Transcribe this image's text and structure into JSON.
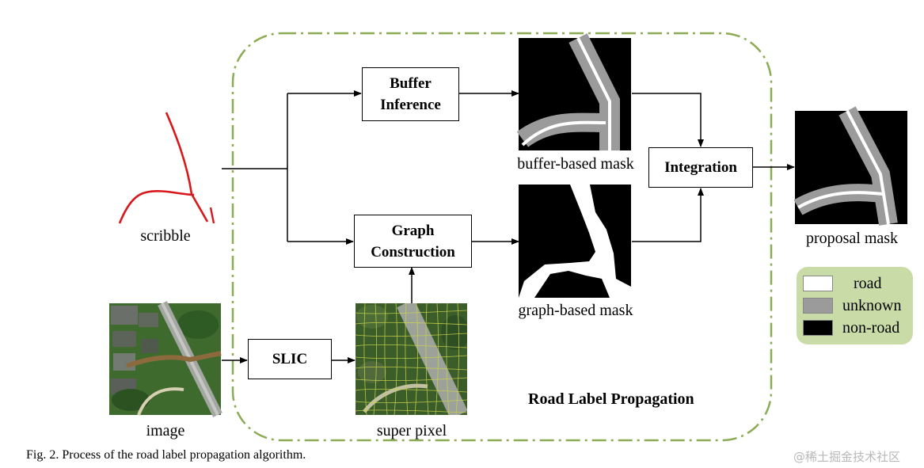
{
  "diagram": {
    "group_title": "Road Label Propagation",
    "boxes": {
      "buffer_inference": [
        "Buffer",
        "Inference"
      ],
      "graph_construction": [
        "Graph",
        "Construction"
      ],
      "slic": "SLIC",
      "integration": "Integration"
    },
    "images": {
      "scribble": "scribble",
      "image": "image",
      "super_pixel": "super pixel",
      "buffer_mask": "buffer-based mask",
      "graph_mask": "graph-based mask",
      "proposal_mask": "proposal mask"
    },
    "legend": [
      {
        "label": "road",
        "color": "#ffffff"
      },
      {
        "label": "unknown",
        "color": "#9b9b9b"
      },
      {
        "label": "non-road",
        "color": "#000000"
      }
    ],
    "colors": {
      "dashed_border": "#8cab55",
      "legend_bg": "#c9dca8",
      "scribble": "#d8171b"
    }
  },
  "caption": "Fig. 2. Process of the road label propagation algorithm.",
  "watermark": "@稀土掘金技术社区"
}
